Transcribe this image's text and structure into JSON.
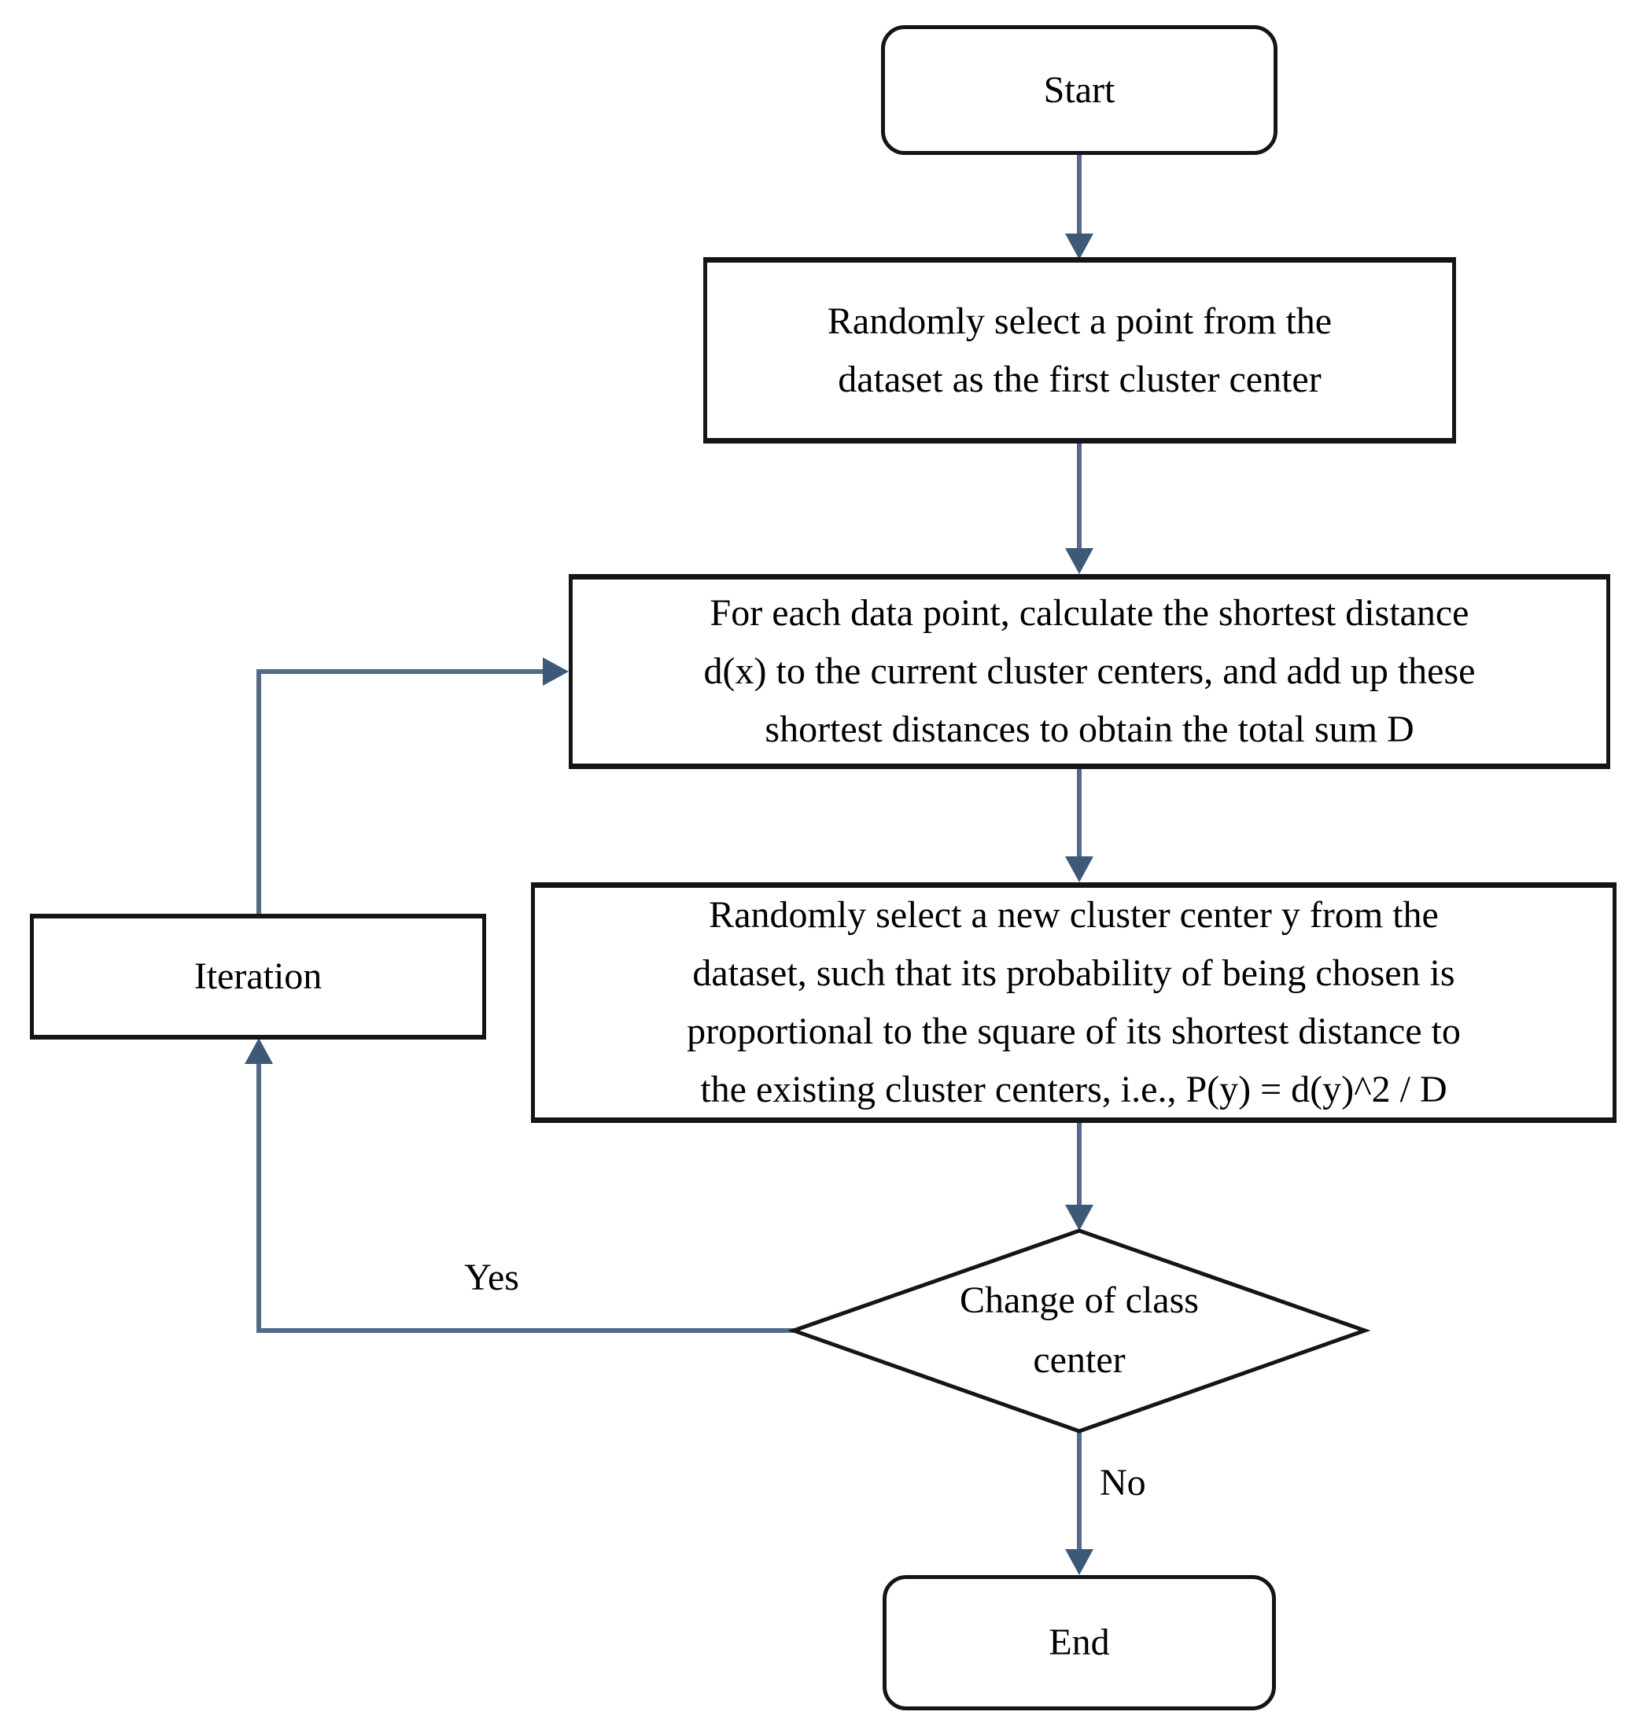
{
  "flowchart": {
    "nodes": {
      "start": {
        "label": "Start"
      },
      "select_first_center": {
        "lines": [
          "Randomly select a point from the",
          "dataset as the first cluster center"
        ]
      },
      "compute_distances": {
        "lines": [
          "For each data point, calculate the shortest distance",
          "d(x) to the current cluster centers, and add up these",
          "shortest distances to obtain the total sum D"
        ]
      },
      "select_new_center": {
        "lines": [
          "Randomly select a new cluster center y from the",
          "dataset, such that its probability of being chosen is",
          "proportional to the square of its shortest distance to",
          "the existing cluster centers, i.e., P(y) = d(y)^2 / D"
        ]
      },
      "iteration": {
        "label": "Iteration"
      },
      "decision": {
        "lines": [
          "Change of class",
          "center"
        ]
      },
      "end": {
        "label": "End"
      }
    },
    "edge_labels": {
      "yes": "Yes",
      "no": "No"
    },
    "colors": {
      "connector": "#56698a",
      "arrowhead": "#3e5878",
      "shape_border": "#151515",
      "text": "#000000",
      "canvas": "#ffffff"
    }
  }
}
